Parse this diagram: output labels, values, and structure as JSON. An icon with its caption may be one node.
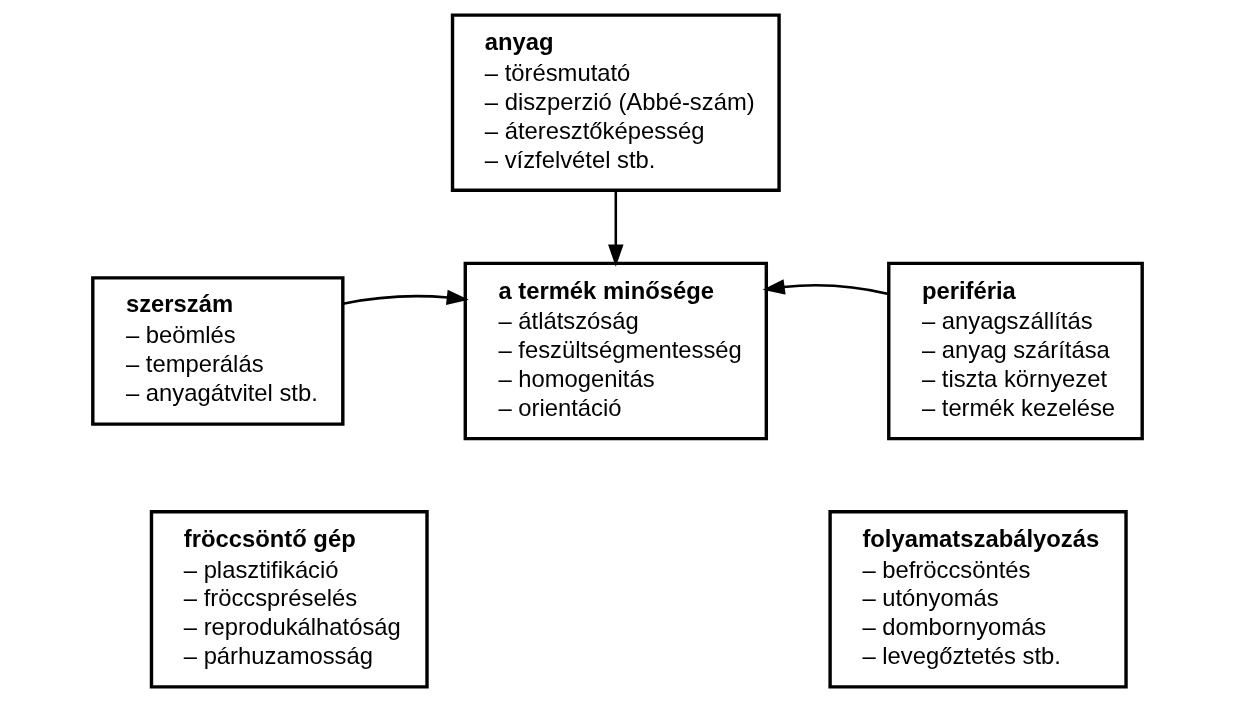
{
  "diagram": {
    "nodes": [
      {
        "text": [
          "anyag",
          "– törésmutató",
          "– diszperzió (Abbé-szám)",
          "– áteresztőképesség",
          "– vízfelvétel stb."
        ]
      },
      {
        "text": [
          "szerszám",
          "– beömlés",
          "– temperálás",
          "– anyagátvitel stb."
        ]
      },
      {
        "text": [
          "a termék minősége",
          "– átlátszóság",
          "– feszültségmentesség",
          "– homogenitás",
          "– orientáció"
        ]
      },
      {
        "text": [
          "periféria",
          "– anyagszállítás",
          "– anyag szárítása",
          "– tiszta környezet",
          "– termék kezelése"
        ]
      },
      {
        "text": [
          "fröccsöntő gép",
          "– plasztifikáció",
          "– fröccspréselés",
          "– reprodukálhatóság",
          "– párhuzamosság"
        ]
      },
      {
        "text": [
          "folyamatszabályozás",
          "– befröccsöntés",
          "– utónyomás",
          "– dombornyomás",
          "– levegőztetés stb."
        ]
      }
    ],
    "edges": [
      {
        "from": 0,
        "to": 2,
        "arrow": "to"
      },
      {
        "from": 1,
        "to": 2,
        "arrow": "to"
      },
      {
        "from": 3,
        "to": 2,
        "arrow": "to"
      }
    ]
  }
}
